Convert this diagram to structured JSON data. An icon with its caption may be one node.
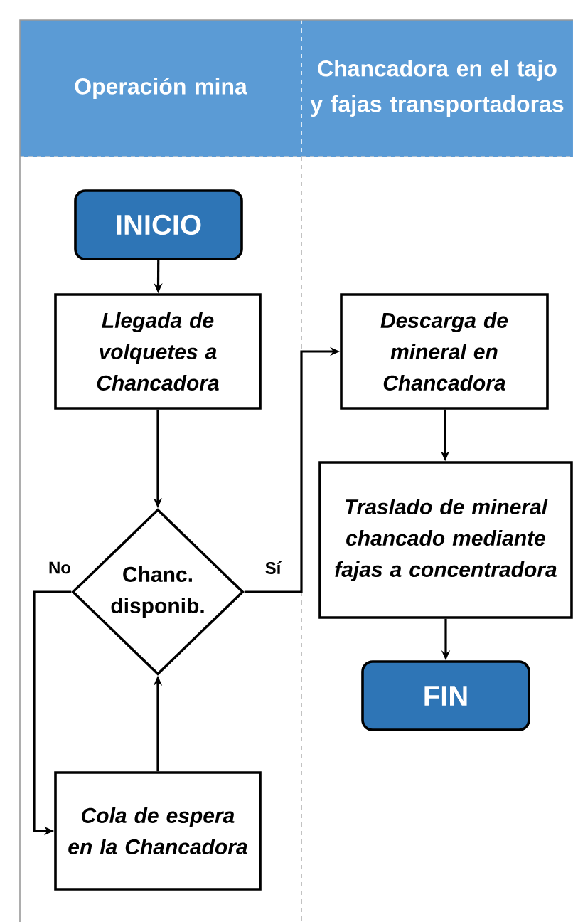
{
  "diagram": {
    "nodes": [
      {
        "text": [
          "Operación mina"
        ]
      },
      {
        "text": [
          "Chancadora en el tajo y fajas transportadoras"
        ]
      },
      {
        "text": [
          "INICIO"
        ]
      },
      {
        "text": [
          "Llegada de volquetes a Chancadora"
        ]
      },
      {
        "text": [
          "Chanc. disponib."
        ]
      },
      {
        "text": [
          "Cola de espera en la Chancadora"
        ]
      },
      {
        "text": [
          "Descarga de mineral en Chancadora"
        ]
      },
      {
        "text": [
          "Traslado de mineral chancado mediante fajas a concentradora"
        ]
      },
      {
        "text": [
          "FIN"
        ]
      }
    ],
    "edges": [
      {
        "from": 2,
        "to": 3,
        "arrow": "to"
      },
      {
        "from": 3,
        "to": 4,
        "arrow": "to"
      },
      {
        "from": 4,
        "to": 6,
        "arrow": "to",
        "label": "Sí"
      },
      {
        "from": 4,
        "to": 5,
        "arrow": "to",
        "label": "No"
      },
      {
        "from": 5,
        "to": 4,
        "arrow": "to"
      },
      {
        "from": 6,
        "to": 7,
        "arrow": "to"
      },
      {
        "from": 7,
        "to": 8,
        "arrow": "to"
      }
    ]
  }
}
